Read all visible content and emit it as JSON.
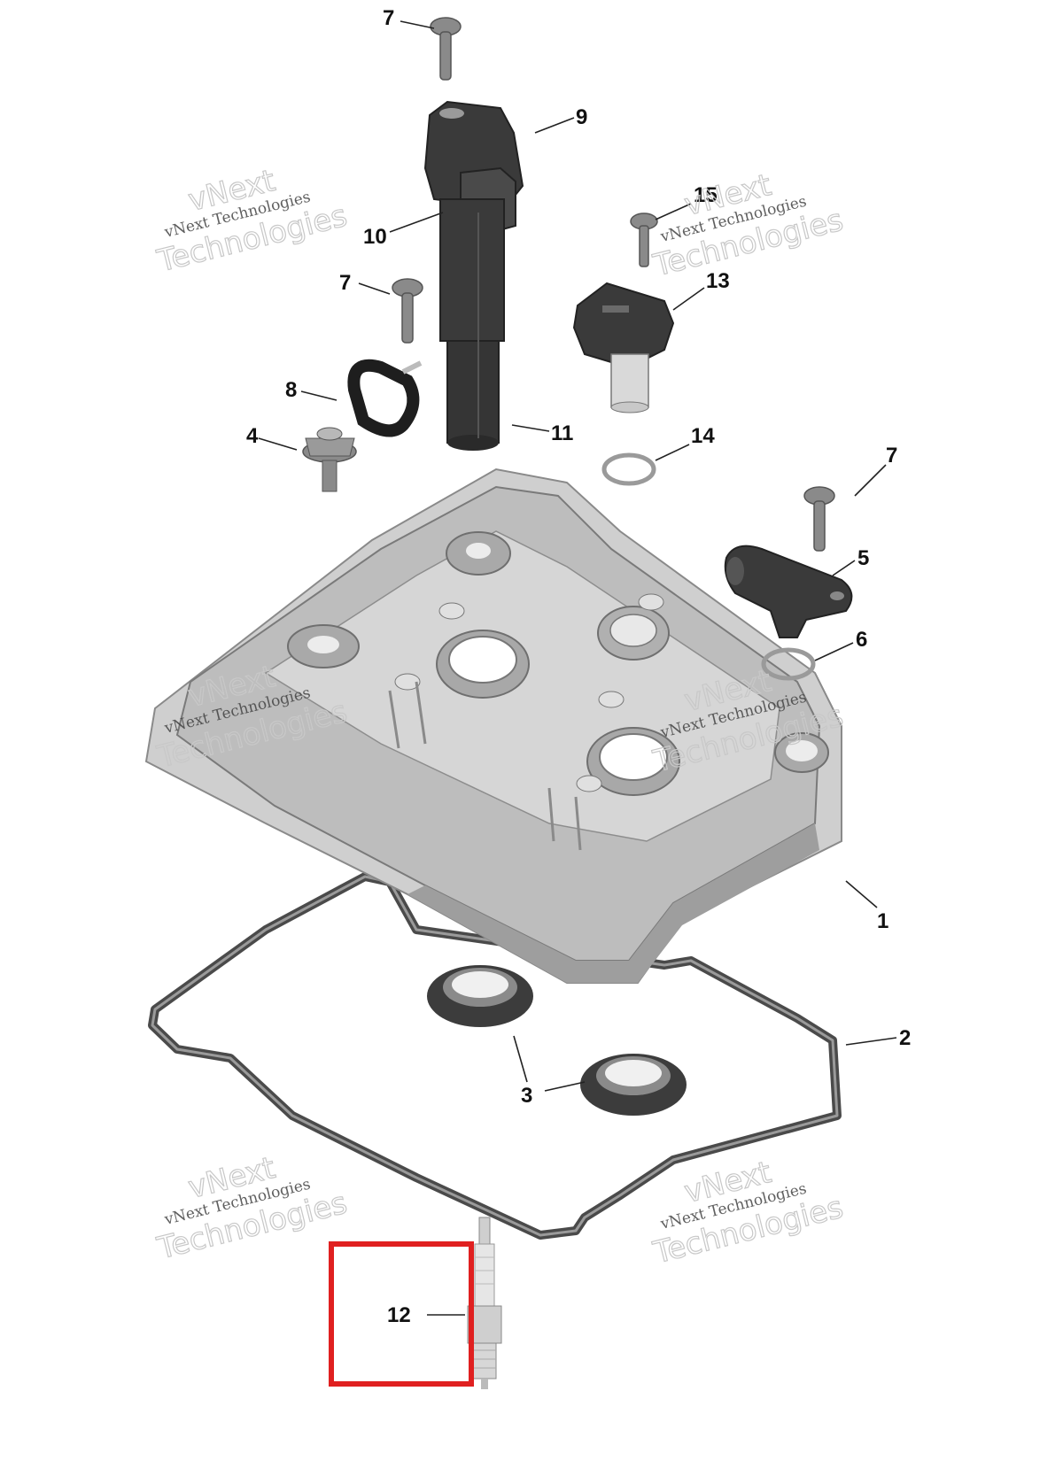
{
  "diagram": {
    "callouts": {
      "c1": "1",
      "c2": "2",
      "c3": "3",
      "c4": "4",
      "c5": "5",
      "c6": "6",
      "c7a": "7",
      "c7b": "7",
      "c7c": "7",
      "c8": "8",
      "c9": "9",
      "c10": "10",
      "c11": "11",
      "c12": "12",
      "c13": "13",
      "c14": "14",
      "c15": "15"
    },
    "watermark": {
      "line1": "vNext Technologies",
      "line2": "Technologies",
      "ghost": "vNext"
    },
    "colors": {
      "highlight_box": "#e02020",
      "cover": "#bdbdbd",
      "coil": "#3a3a3a",
      "gasket": "#4a4a4a"
    }
  }
}
